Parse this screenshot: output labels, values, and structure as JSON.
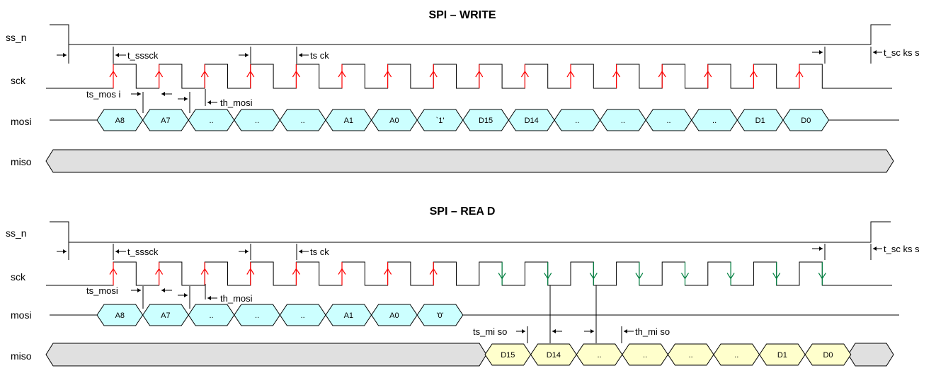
{
  "colors": {
    "mosi_fill": "#ccffff",
    "miso_idle_fill": "#e0e0e0",
    "miso_data_fill": "#ffffcc",
    "rising_edge": "#ff0000",
    "falling_edge": "#008040"
  },
  "icons": [
    "arrow-right-icon",
    "arrow-left-icon",
    "arrow-up-icon",
    "arrow-down-icon"
  ],
  "write": {
    "title": "SPI – WRITE",
    "signals": {
      "ss_n": "ss_n",
      "sck": "sck",
      "mosi": "mosi",
      "miso": "miso"
    },
    "mosi_segments": [
      "A8",
      "A7",
      "..",
      "..",
      "..",
      "A1",
      "A0",
      "`1'",
      "D15",
      "D14",
      "..",
      "..",
      "..",
      "..",
      "D1",
      "D0"
    ],
    "annotations": {
      "t_sssck": "t_sssck",
      "tsck": "ts ck",
      "t_scks_s": "t_sc ks s",
      "ts_mosi": "ts_mos i",
      "th_mosi": "th_mosi"
    }
  },
  "read": {
    "title": "SPI – REA D",
    "signals": {
      "ss_n": "ss_n",
      "sck": "sck",
      "mosi": "mosi",
      "miso": "miso"
    },
    "mosi_segments": [
      "A8",
      "A7",
      "..",
      "..",
      "..",
      "A1",
      "A0",
      "'0'"
    ],
    "miso_segments": [
      "D15",
      "D14",
      "..",
      "..",
      "..",
      "..",
      "D1",
      "D0"
    ],
    "annotations": {
      "t_sssck": "t_sssck",
      "tsck": "ts ck",
      "t_scks_s": "t_sc ks s",
      "ts_mosi": "ts_mosi",
      "th_mosi": "th_mosi",
      "ts_miso": "ts_mi so",
      "th_miso": "th_mi so"
    }
  }
}
